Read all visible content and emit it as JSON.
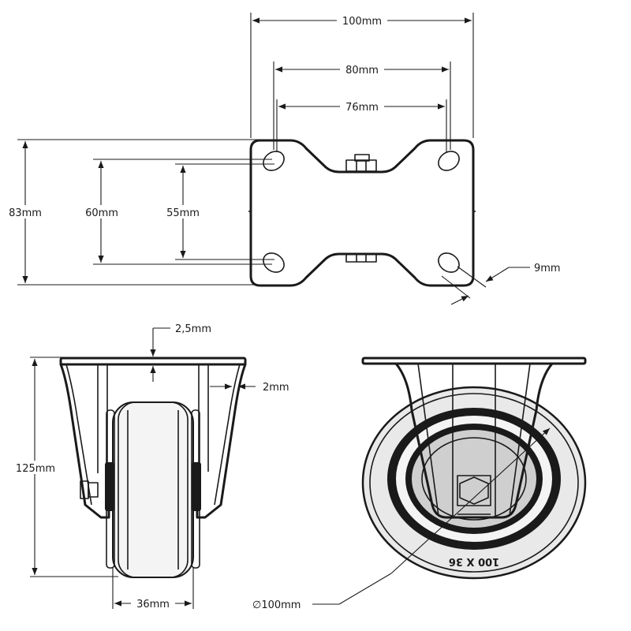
{
  "top_view": {
    "width_outer": "100mm",
    "hole_spacing_outer": "80mm",
    "hole_spacing_inner": "76mm",
    "height_outer": "83mm",
    "hole_spacing_vertical_outer": "60mm",
    "hole_spacing_vertical_inner": "55mm",
    "slot_width": "9mm"
  },
  "side_view": {
    "plate_thickness": "2,5mm",
    "fork_thickness": "2mm",
    "total_height": "125mm",
    "wheel_width": "36mm"
  },
  "front_view": {
    "wheel_diameter": "∅100mm",
    "tire_marking": "100 X 36"
  },
  "colors": {
    "line": "#1a1a1a",
    "tire": "#e9e9e9",
    "hub": "#cfcfcf"
  }
}
